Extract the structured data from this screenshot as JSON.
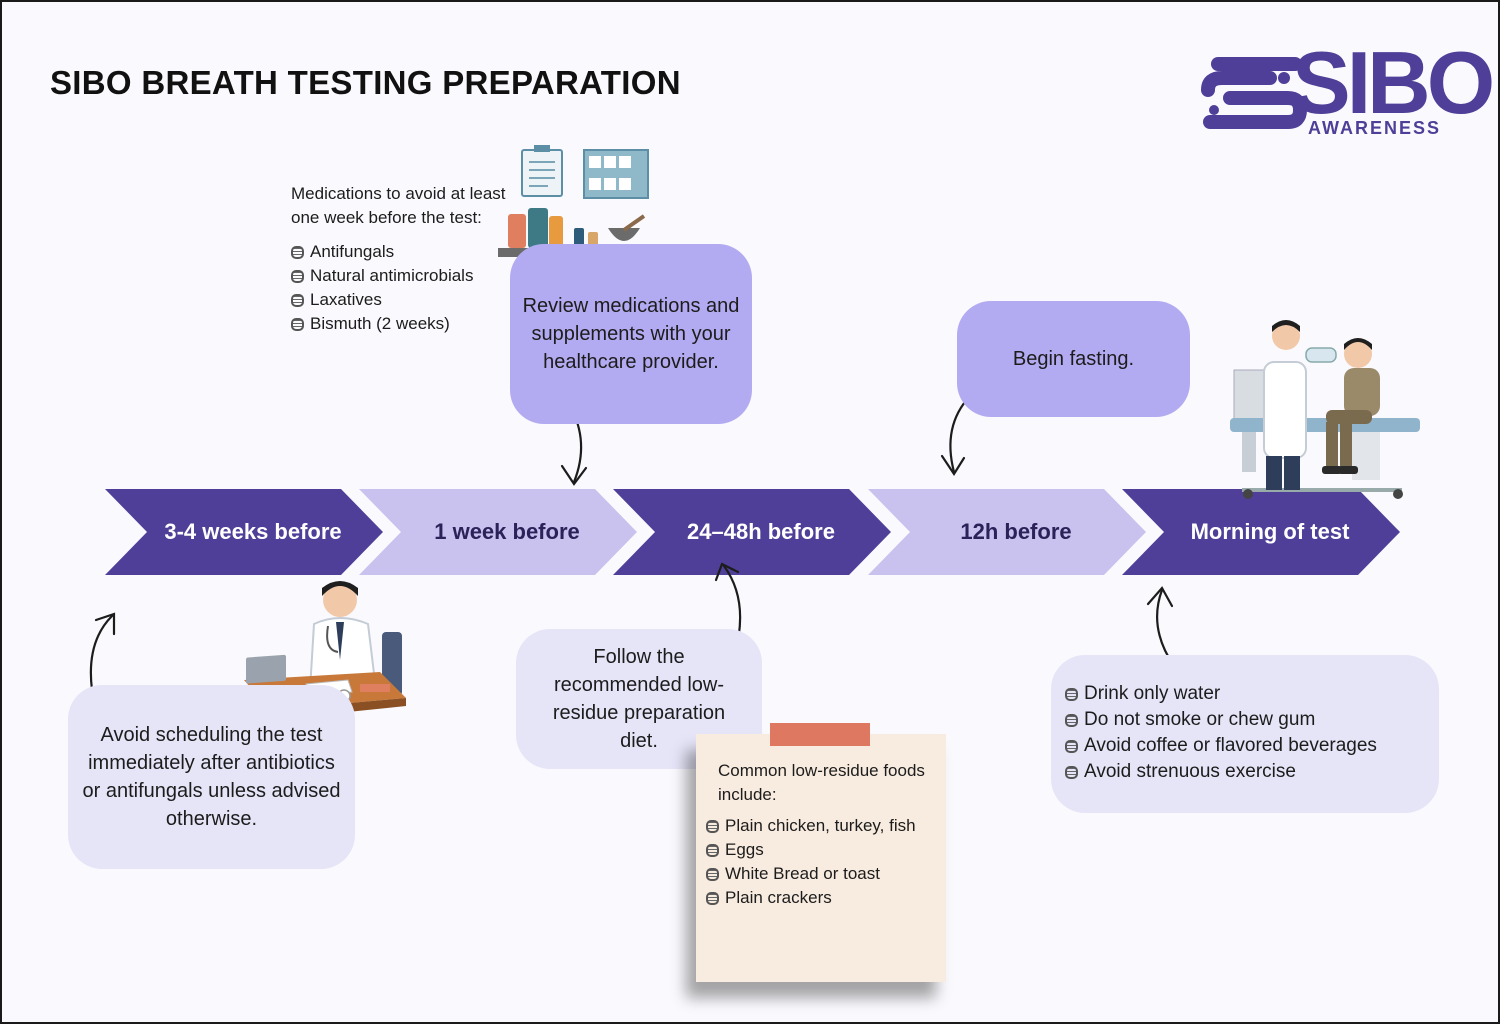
{
  "title": "SIBO BREATH TESTING PREPARATION",
  "logo": {
    "word": "SIBO",
    "tagline": "AWARENESS",
    "color": "#4f3f98"
  },
  "timeline": [
    {
      "label": "3-4 weeks before",
      "style": "dark"
    },
    {
      "label": "1 week before",
      "style": "light"
    },
    {
      "label": "24–48h before",
      "style": "dark"
    },
    {
      "label": "12h before",
      "style": "light"
    },
    {
      "label": "Morning of test",
      "style": "dark"
    }
  ],
  "colors": {
    "dark": "#4f3f98",
    "light": "#c9c1ee",
    "bubble": "#b3abf1",
    "pale": "#e6e5f8",
    "note": "#f8ebdf",
    "tape": "#df7860"
  },
  "medications": {
    "intro": "Medications to avoid at least one week before the test:",
    "items": [
      "Antifungals",
      "Natural antimicrobials",
      "Laxatives",
      "Bismuth (2 weeks)"
    ]
  },
  "review_bubble": "Review medications and supplements with your healthcare provider.",
  "fasting_bubble": "Begin fasting.",
  "scheduling_bubble": "Avoid scheduling the test immediately after antibiotics or antifungals unless advised otherwise.",
  "diet_bubble": "Follow the recommended low-residue preparation diet.",
  "foods_note": {
    "intro": "Common low-residue foods include:",
    "items": [
      "Plain chicken, turkey, fish",
      "Eggs",
      "White Bread or toast",
      "Plain crackers"
    ]
  },
  "morning_items": [
    "Drink only water",
    "Do not smoke or chew gum",
    "Avoid coffee or flavored beverages",
    "Avoid strenuous exercise"
  ]
}
